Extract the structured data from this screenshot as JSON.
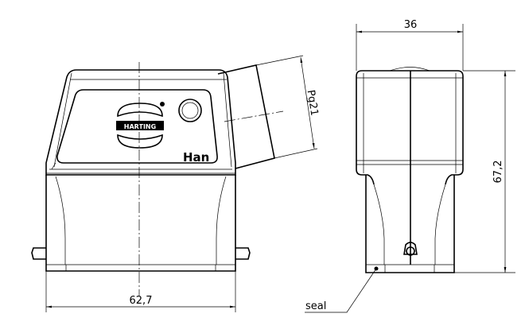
{
  "drawing": {
    "front_view": {
      "width_dimension": "62,7",
      "gland_dimension": "Pg21",
      "logo_text": "HARTING",
      "product_label": "Han"
    },
    "side_view": {
      "width_dimension": "36",
      "height_dimension": "67,2",
      "seal_label": "seal"
    }
  }
}
